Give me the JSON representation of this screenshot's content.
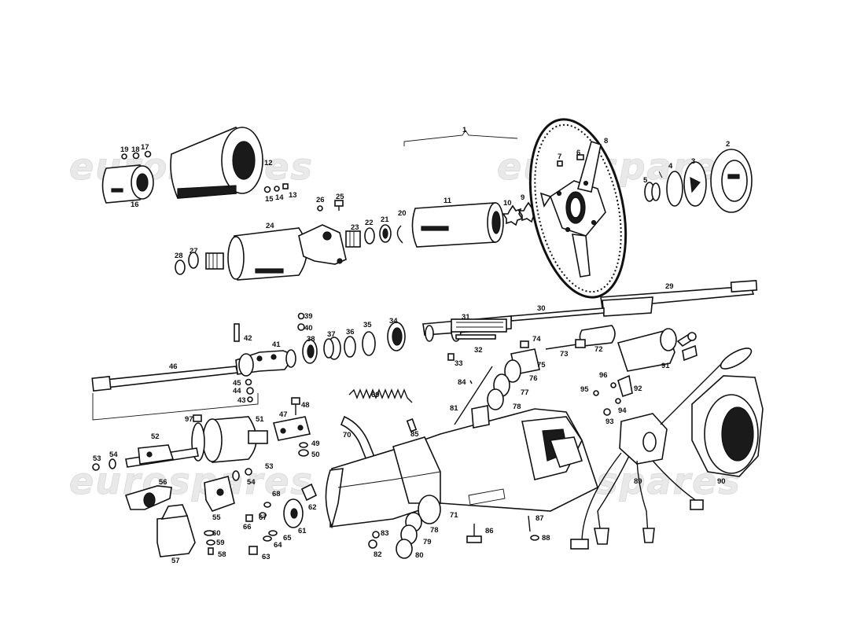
{
  "watermark": "eurospares",
  "labels": [
    "1",
    "2",
    "3",
    "4",
    "5",
    "6",
    "7",
    "8",
    "9",
    "10",
    "11",
    "12",
    "13",
    "14",
    "15",
    "16",
    "17",
    "18",
    "19",
    "20",
    "21",
    "22",
    "23",
    "24",
    "25",
    "26",
    "27",
    "28",
    "29",
    "30",
    "31",
    "32",
    "33",
    "34",
    "35",
    "36",
    "37",
    "38",
    "39",
    "40",
    "41",
    "42",
    "43",
    "44",
    "45",
    "46",
    "47",
    "48",
    "49",
    "50",
    "51",
    "52",
    "53",
    "54",
    "55",
    "56",
    "57",
    "58",
    "59",
    "60",
    "61",
    "62",
    "63",
    "64",
    "65",
    "66",
    "67",
    "68",
    "69",
    "70",
    "71",
    "72",
    "73",
    "74",
    "75",
    "76",
    "77",
    "78",
    "79",
    "80",
    "81",
    "82",
    "83",
    "84",
    "85",
    "86",
    "87",
    "88",
    "89",
    "90",
    "91",
    "92",
    "93",
    "94",
    "95",
    "96",
    "97"
  ]
}
